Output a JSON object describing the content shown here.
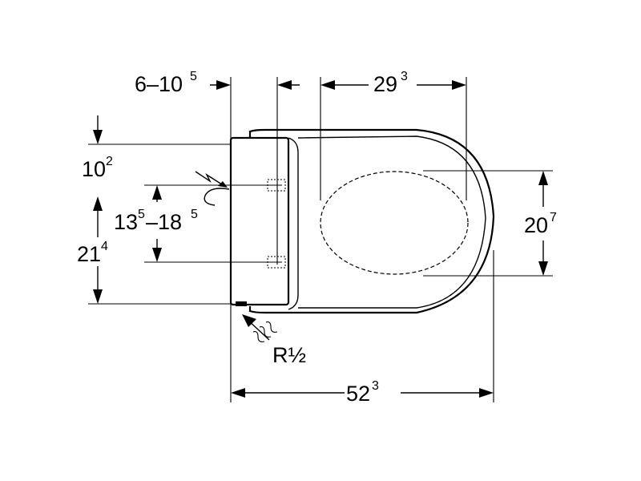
{
  "dimensions": {
    "wall_offset": {
      "base": "6–10",
      "sup": "5"
    },
    "seat_depth": {
      "base": "29",
      "sup": "3"
    },
    "top_offset": {
      "base": "10",
      "sup": "2"
    },
    "electric_range": {
      "base1": "13",
      "sup1": "5",
      "mid": "–18",
      "sup2": "5"
    },
    "bottom_height": {
      "base": "21",
      "sup": "4"
    },
    "width": {
      "base": "20",
      "sup": "7"
    },
    "total_depth": {
      "base": "52",
      "sup": "3"
    },
    "water_connection": "R½"
  },
  "icons": {
    "electric": "electric-connection-icon",
    "water": "water-connection-icon"
  }
}
